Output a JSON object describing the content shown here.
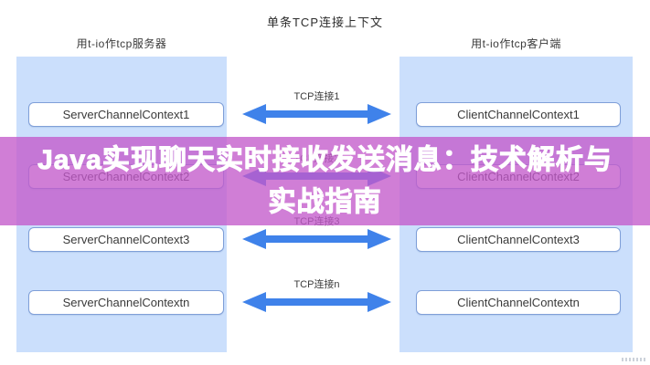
{
  "title": "单条TCP连接上下文",
  "server": {
    "header": "用t-io作tcp服务器",
    "boxes": [
      {
        "label": "ServerChannelContext1"
      },
      {
        "label": "ServerChannelContext2"
      },
      {
        "label": "ServerChannelContext3"
      },
      {
        "label": "ServerChannelContextn"
      }
    ]
  },
  "client": {
    "header": "用t-io作tcp客户端",
    "boxes": [
      {
        "label": "ClientChannelContext1"
      },
      {
        "label": "ClientChannelContext2"
      },
      {
        "label": "ClientChannelContext3"
      },
      {
        "label": "ClientChannelContextn"
      }
    ]
  },
  "connections": [
    {
      "label": "TCP连接1"
    },
    {
      "label": "TCP连接2"
    },
    {
      "label": "TCP连接3"
    },
    {
      "label": "TCP连接n"
    }
  ],
  "banner": {
    "line1": "Java实现聊天实时接收发送消息：技术解析与",
    "line2": "实战指南"
  },
  "colors": {
    "panel_background": "#cbdffc",
    "arrow_blue": "#3f82ea",
    "banner_overlay": "rgba(195,90,202,0.78)",
    "box_border": "#7f9fd8",
    "text_dark": "#3a3a3a",
    "banner_text": "#ffffff"
  }
}
